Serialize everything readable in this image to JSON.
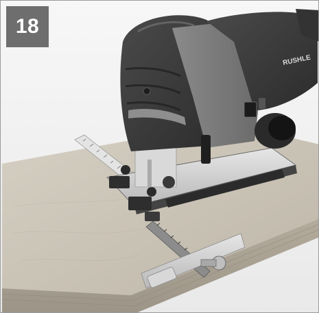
{
  "figure": {
    "step_number": "18",
    "brand_text": "RUSHLE",
    "colors": {
      "badge": "#6e6e6e",
      "board": "#c9c2b4",
      "tool_body": "#3d3d3d",
      "tool_grey": "#7d7d7d",
      "metal": "#cfcfcf"
    },
    "icons": [
      "jigsaw-tool",
      "parallel-guide",
      "ruler-scale",
      "plywood-board"
    ]
  }
}
